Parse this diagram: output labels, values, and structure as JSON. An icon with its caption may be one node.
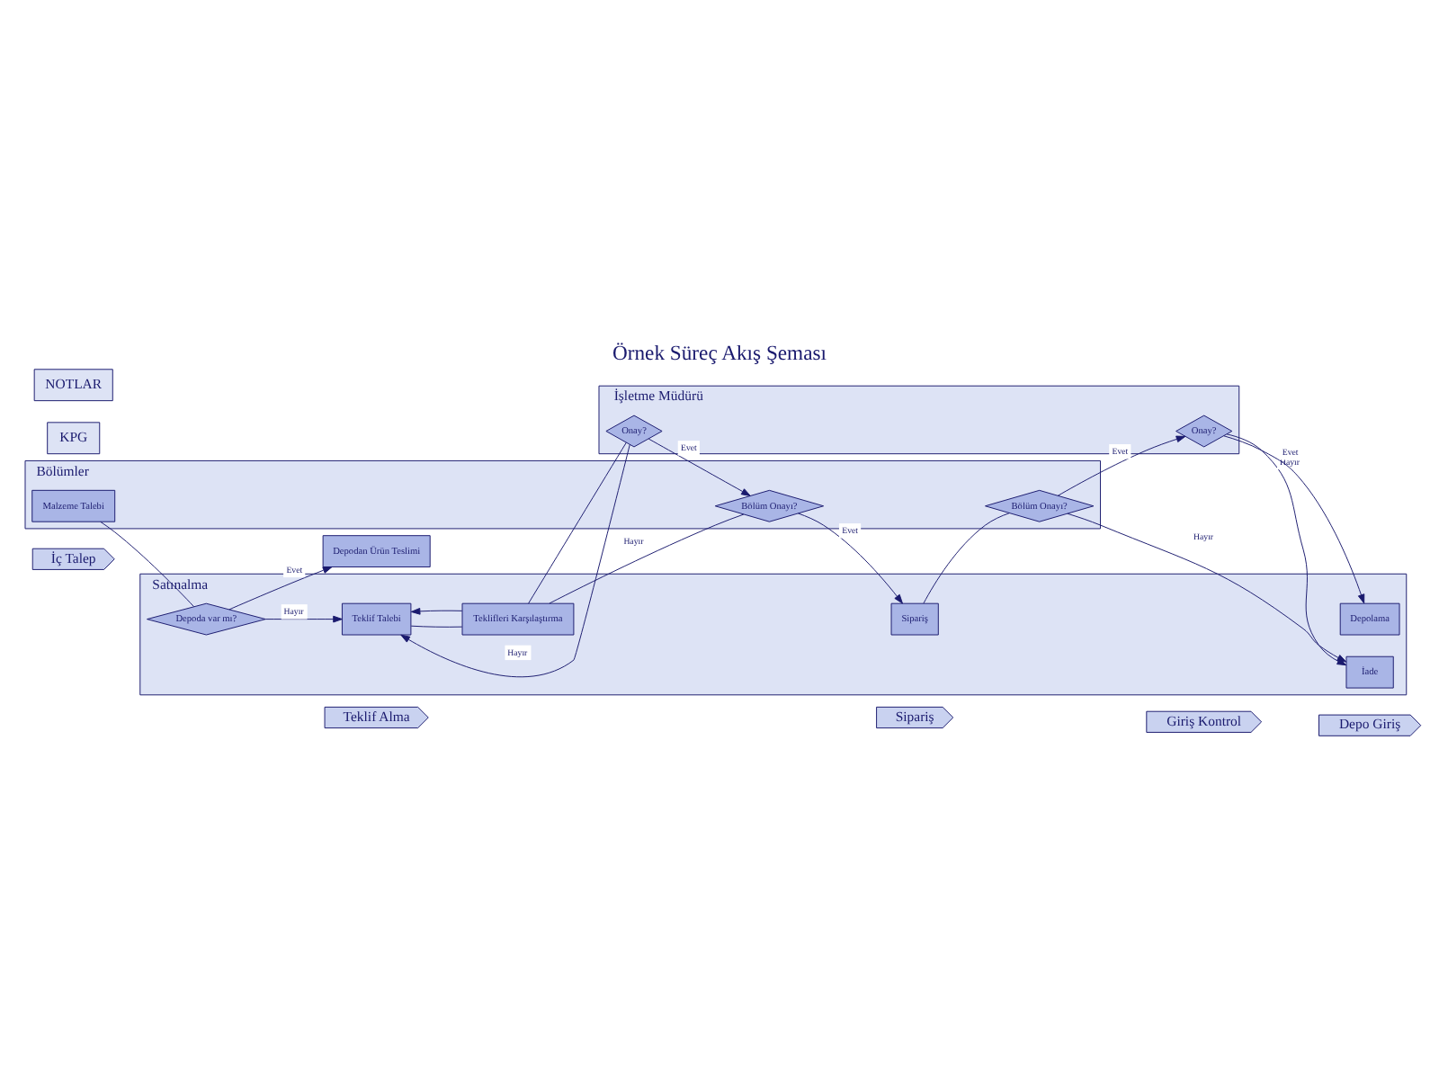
{
  "diagram": {
    "title": "Örnek Süreç Akış Şeması",
    "nodes": [
      {
        "text": [
          "İç Talep"
        ]
      },
      {
        "text": [
          "Teklif Alma"
        ]
      },
      {
        "text": [
          "Sipariş"
        ]
      },
      {
        "text": [
          "Giriş Kontrol"
        ]
      },
      {
        "text": [
          "Depo Giriş"
        ]
      },
      {
        "text": [
          "İşletme Müdürü"
        ]
      },
      {
        "text": [
          "Onay?"
        ],
        "in": 5
      },
      {
        "text": [
          "Onay?"
        ],
        "in": 5
      },
      {
        "text": [
          "Satınalma"
        ]
      },
      {
        "text": [
          "Depoda var mı?"
        ],
        "in": 8
      },
      {
        "text": [
          "Teklif Talebi"
        ],
        "in": 8
      },
      {
        "text": [
          "Depodan Ürün Teslimi"
        ]
      },
      {
        "text": [
          "Teklifleri Karşılaştırma"
        ],
        "in": 8
      },
      {
        "text": [
          "Sipariş"
        ],
        "in": 8
      },
      {
        "text": [
          "İade"
        ],
        "in": 8
      },
      {
        "text": [
          "Depolama"
        ],
        "in": 8
      },
      {
        "text": [
          "Bölümler"
        ]
      },
      {
        "text": [
          "Malzeme Talebi"
        ],
        "in": 16
      },
      {
        "text": [
          "Bölüm Onayı?"
        ],
        "in": 16
      },
      {
        "text": [
          "Bölüm Onayı?"
        ],
        "in": 16
      },
      {
        "text": [
          "KPG"
        ]
      },
      {
        "text": [
          "NOTLAR"
        ]
      }
    ],
    "edges": [
      {
        "from": 17,
        "to": 9,
        "arrow": "none"
      },
      {
        "from": 9,
        "to": 10,
        "arrow": "to",
        "label": "Hayır"
      },
      {
        "from": 9,
        "to": 11,
        "arrow": "to",
        "label": "Evet"
      },
      {
        "from": 10,
        "to": 12,
        "arrow": "none"
      },
      {
        "from": 12,
        "to": 10,
        "arrow": "to"
      },
      {
        "from": 12,
        "to": 6,
        "arrow": "none"
      },
      {
        "from": 6,
        "to": 10,
        "arrow": "to",
        "label": "Hayır"
      },
      {
        "from": 6,
        "to": 18,
        "arrow": "to",
        "label": "Evet"
      },
      {
        "from": 18,
        "to": 12,
        "arrow": "none",
        "label": "Hayır"
      },
      {
        "from": 18,
        "to": 13,
        "arrow": "to",
        "label": "Evet"
      },
      {
        "from": 13,
        "to": 19,
        "arrow": "none"
      },
      {
        "from": 19,
        "to": 7,
        "arrow": "to",
        "label": "Evet"
      },
      {
        "from": 19,
        "to": 14,
        "arrow": "to",
        "label": "Hayır"
      },
      {
        "from": 7,
        "to": 14,
        "arrow": "to",
        "label": "Hayır"
      },
      {
        "from": 7,
        "to": 15,
        "arrow": "to",
        "label": "Evet"
      }
    ]
  }
}
